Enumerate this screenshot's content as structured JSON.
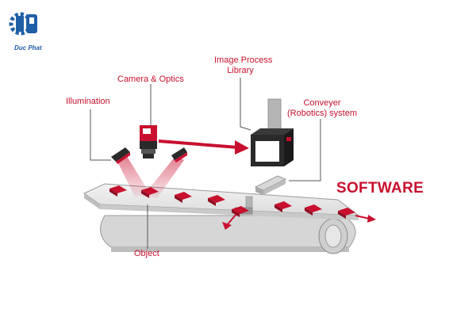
{
  "logo": {
    "text": "Duc Phat",
    "icon": "gear-dp-logo-icon",
    "color": "#1f5fa8"
  },
  "labels": {
    "illumination": "Illumination",
    "camera": "Camera & Optics",
    "image_process_1": "Image Process",
    "image_process_2": "Library",
    "conveyer_1": "Conveyer",
    "conveyer_2": "(Robotics) system",
    "object": "Object"
  },
  "software": "SOFTWARE",
  "colors": {
    "accent": "#c8102e",
    "belt": "#e8e8e8",
    "belt_edge": "#9a9a9a",
    "device": "#2a2a2a",
    "leader": "#555555"
  },
  "objects_count_on_belt": 8
}
